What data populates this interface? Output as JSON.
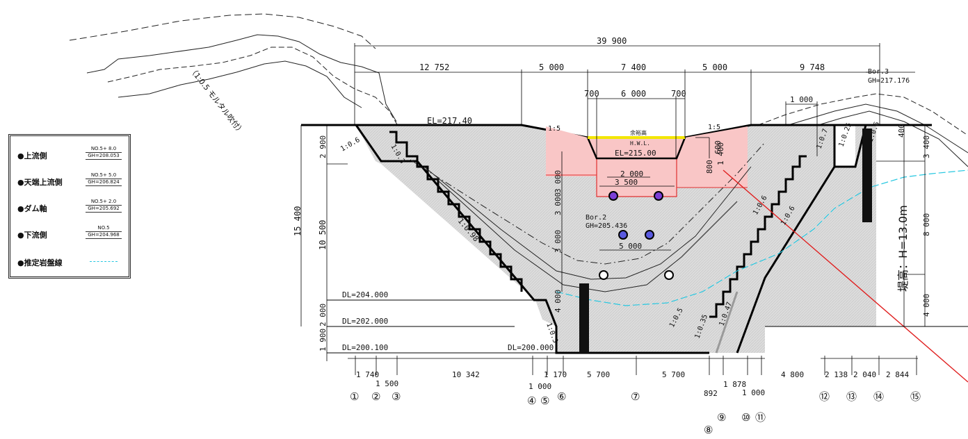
{
  "drawing": {
    "top_dim": "39 900",
    "upper_dims": [
      "12 752",
      "5 000",
      "7 400",
      "5 000",
      "9 748"
    ],
    "spill_dims": [
      "700",
      "6 000",
      "700"
    ],
    "dim_1000_right": "1 000",
    "elevations": {
      "el_top": "EL=217.40",
      "el_spill": "EL=215.00",
      "hwl": "H.W.L.",
      "freeboard": "余裕高",
      "dl_204": "DL=204.000",
      "dl_202": "DL=202.000",
      "dl_200_left": "DL=200.100",
      "dl_200_mid": "DL=200.000"
    },
    "slopes": {
      "s1": "1:0.6",
      "s2": "1:0.3",
      "s3": "1:0.98",
      "s4": "1:5",
      "s5": "1:5",
      "s6": "1:0.7",
      "s7": "1:0.25",
      "s8": "1:0.6",
      "s9": "1:0.6",
      "s10": "1:0.6",
      "s11": "1:0.3",
      "s12": "1:0.5",
      "s13": "1:0.35",
      "s14": "1:0.47",
      "mortar": "（1:0.5 モルタル吹付）"
    },
    "inner_dims": [
      "3 500",
      "2 000",
      "5 000"
    ],
    "vertical_dims_left": [
      "15 400",
      "10 500",
      "2 900",
      "2 000",
      "1 900"
    ],
    "vertical_dims_center": [
      "3 000",
      "3 000",
      "3 000",
      "4 000"
    ],
    "vertical_dims_spill": [
      "600",
      "1 400",
      "800"
    ],
    "vertical_dims_right": [
      "400",
      "3 400",
      "8 000",
      "4 000"
    ],
    "dam_height": "堤高：H=13.0m",
    "bor2": {
      "name": "Bor.2",
      "gh": "GH=205.436"
    },
    "bor3": {
      "name": "Bor.3",
      "gh": "GH=217.176"
    },
    "bottom_dims": [
      "1 740",
      "1 500",
      "10 342",
      "1 000",
      "1 170",
      "5 700",
      "5 700",
      "892",
      "1 878",
      "1 000",
      "4 800",
      "2 138",
      "2 040",
      "2 844"
    ],
    "markers": [
      "①",
      "②",
      "③",
      "④",
      "⑤",
      "⑥",
      "⑦",
      "⑧",
      "⑨",
      "⑩",
      "⑪",
      "⑫",
      "⑬",
      "⑭",
      "⑮"
    ]
  },
  "legend": {
    "items": [
      {
        "label": "●上流側",
        "no": "NO.5+ 8.0",
        "gh": "GH=208.053"
      },
      {
        "label": "●天端上流側",
        "no": "NO.5+ 5.0",
        "gh": "GH=206.824"
      },
      {
        "label": "●ダム軸",
        "no": "NO.5+ 2.0",
        "gh": "GH=205.692"
      },
      {
        "label": "●下流側",
        "no": "NO.5",
        "gh": "GH=204.968"
      },
      {
        "label": "●推定岩盤線",
        "no": "",
        "gh": ""
      }
    ],
    "bedrock_color": "#25c7e0"
  },
  "colors": {
    "concrete": "#d9d9d9",
    "spillway_fill": "#f9c6c6",
    "spillway_line": "#e03030",
    "hwl_line": "#f2e600",
    "borehole": "#7b3fd6"
  }
}
